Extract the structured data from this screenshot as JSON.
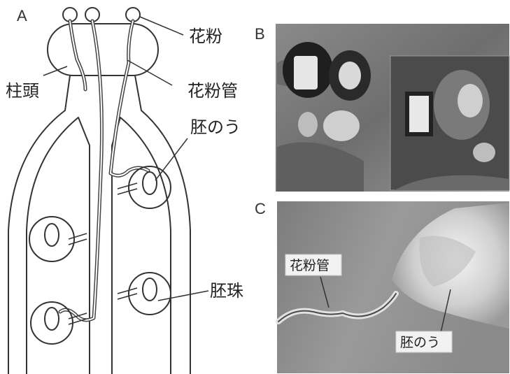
{
  "panels": {
    "a": {
      "letter": "A"
    },
    "b": {
      "letter": "B"
    },
    "c": {
      "letter": "C"
    }
  },
  "labels_a": {
    "pollen": "花粉",
    "stigma": "柱頭",
    "pollen_tube": "花粉管",
    "embryo_sac": "胚のう",
    "ovule": "胚珠"
  },
  "labels_c": {
    "pollen_tube": "花粉管",
    "embryo_sac": "胚のう"
  }
}
